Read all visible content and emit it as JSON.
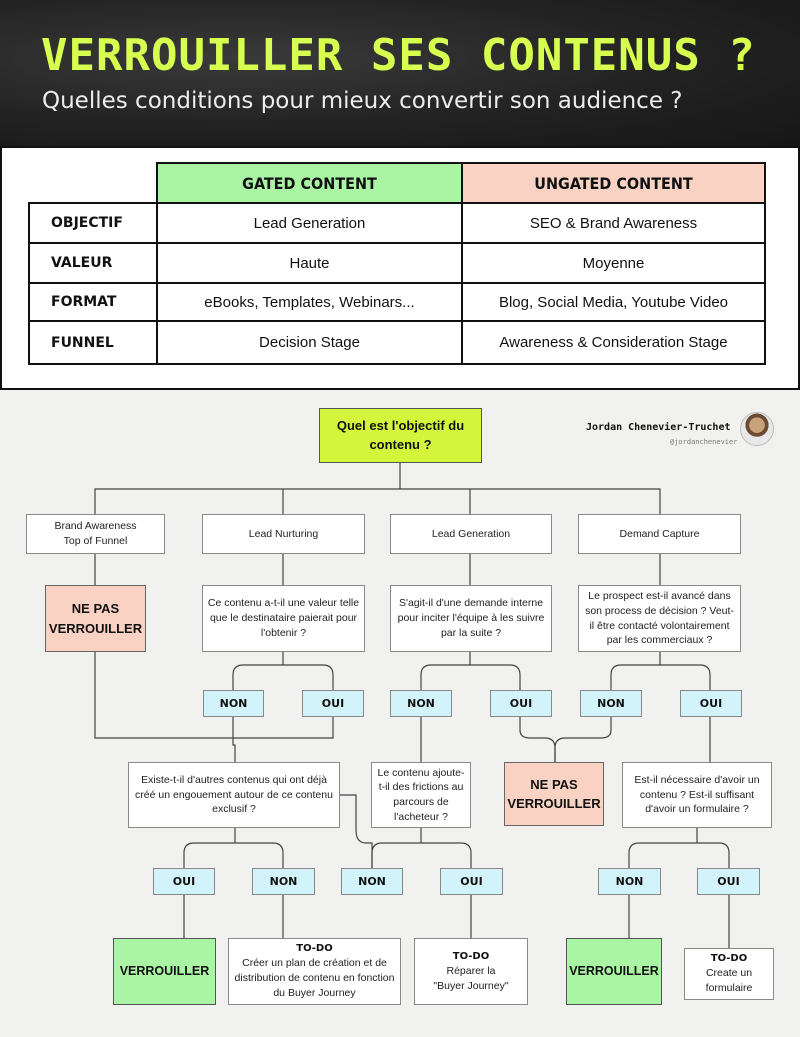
{
  "header": {
    "title": "VERROUILLER SES CONTENUS ?",
    "subtitle": "Quelles conditions pour mieux convertir son audience ?"
  },
  "table": {
    "col_gated": "GATED CONTENT",
    "col_ungated": "UNGATED CONTENT",
    "rows": [
      {
        "label": "OBJECTIF",
        "gated": "Lead Generation",
        "ungated": "SEO & Brand Awareness"
      },
      {
        "label": "VALEUR",
        "gated": "Haute",
        "ungated": "Moyenne"
      },
      {
        "label": "FORMAT",
        "gated": "eBooks, Templates, Webinars...",
        "ungated": "Blog, Social Media, Youtube Video"
      },
      {
        "label": "FUNNEL",
        "gated": "Decision Stage",
        "ungated": "Awareness & Consideration Stage"
      }
    ],
    "colors": {
      "gated": "#a9f5a3",
      "ungated": "#f9d2c4"
    }
  },
  "author": {
    "name": "Jordan Chenevier-Truchet",
    "handle": "@jordanchenevier"
  },
  "flow": {
    "start": "Quel est l'objectif du contenu ?",
    "branches": {
      "brand": "Brand Awareness\nTop of Funnel",
      "nurturing": "Lead Nurturing",
      "generation": "Lead Generation",
      "demand": "Demand Capture"
    },
    "questions": {
      "valeur": "Ce contenu a-t-il une valeur telle que le destinataire paierait pour l'obtenir ?",
      "interne": "S'agit-il d'une demande interne pour inciter l'équipe à les suivre par la suite ?",
      "prospect": "Le prospect est-il avancé dans son process de décision ? Veut-il être contacté volontairement par les commerciaux ?",
      "engouement": "Existe-t-il d'autres contenus qui ont déjà créé un engouement autour de ce contenu exclusif ?",
      "frictions": "Le contenu ajoute-t-il des frictions au parcours de l'acheteur ?",
      "formulaire": "Est-il nécessaire d'avoir un contenu ? Est-il suffisant d'avoir un formulaire ?"
    },
    "answers": {
      "yes": "OUI",
      "no": "NON"
    },
    "outcomes": {
      "no_lock": "NE PAS\nVERROUILLER",
      "lock": "VERROUILLER"
    },
    "todos": {
      "title": "TO-DO",
      "plan": "Créer un plan de création et de distribution de contenu en fonction du Buyer Journey",
      "repair": "Réparer la\n\"Buyer Journey\"",
      "form": "Create un\nformulaire"
    },
    "colors": {
      "start": "#d4f53c",
      "answer": "#d3f3fa",
      "no_lock": "#f9d2c4",
      "lock": "#a9f5a3"
    }
  }
}
